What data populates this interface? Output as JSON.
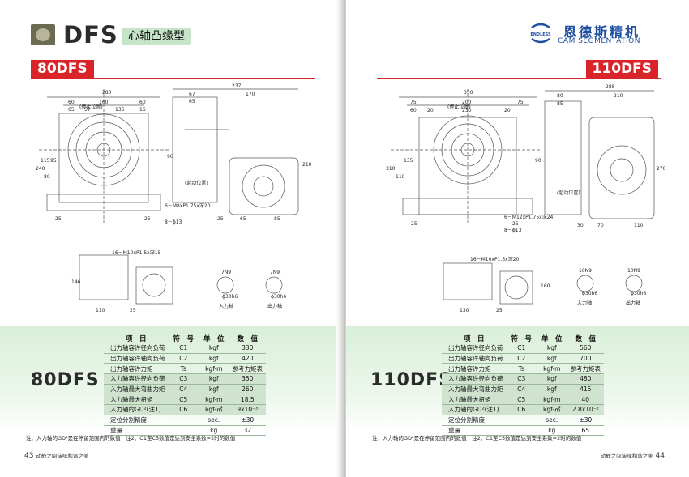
{
  "left": {
    "series_title": "DFS",
    "series_subtitle": "心轴凸缘型",
    "model": "80DFS",
    "spec_model": "80DFS",
    "page_number": "43",
    "page_footer": "动静之间演绎和谐之美",
    "drawing_labels": {
      "dims_top": [
        "280",
        "60",
        "160",
        "60",
        "65",
        "57",
        "136",
        "16"
      ],
      "dims_right_top": [
        "237",
        "67",
        "170",
        "65"
      ],
      "note_stop": "(停止位置)",
      "note_start": "(起动位置)",
      "bolt": "6－M8xP1.75x深20",
      "hole": "8－ϕ13",
      "dims_bottom": [
        "25",
        "25",
        "25",
        "65",
        "85"
      ],
      "dims_side": [
        "240",
        "80",
        "210",
        "95",
        "115",
        "90"
      ],
      "tapped": "16－M10xP1.5x深15",
      "dims_low": [
        "110",
        "25",
        "146"
      ],
      "key_in": "7N9",
      "key_out": "7N9",
      "shaft_in": "入力轴",
      "shaft_out": "出力轴",
      "shaft_in_dim": "ϕ30h6",
      "shaft_out_dim": "ϕ30h6"
    },
    "spec_headers": [
      "项　目",
      "符　号",
      "单　位",
      "数　值"
    ],
    "spec_rows": [
      {
        "item": "出力轴容许径向负荷",
        "symbol": "C1",
        "unit": "kgf",
        "value": "330",
        "group": false
      },
      {
        "item": "出力轴容许轴向负荷",
        "symbol": "C2",
        "unit": "kgf",
        "value": "420",
        "group": false
      },
      {
        "item": "出力轴容许力矩",
        "symbol": "Ts",
        "unit": "kgf-m",
        "value": "参考力矩表",
        "group": false
      },
      {
        "item": "入力轴容许径向负荷",
        "symbol": "C3",
        "unit": "kgf",
        "value": "350",
        "group": true
      },
      {
        "item": "入力轴最大弯曲力矩",
        "symbol": "C4",
        "unit": "kgf",
        "value": "260",
        "group": true
      },
      {
        "item": "入力轴最大扭矩",
        "symbol": "C5",
        "unit": "kgf-m",
        "value": "18.5",
        "group": true
      },
      {
        "item": "入力轴的GD²(注1)",
        "symbol": "C6",
        "unit": "kgf-㎡",
        "value": "9x10⁻³",
        "group": true
      },
      {
        "item": "定位分割精度",
        "symbol": "",
        "unit": "sec.",
        "value": "±30",
        "group": false
      },
      {
        "item": "重量",
        "symbol": "",
        "unit": "kg",
        "value": "32",
        "group": false
      }
    ],
    "note": "注：入力轴的GD²是在停留范围内的数值　注2：C1至C5数值是达到安全系数=2时的数值"
  },
  "right": {
    "brand_cn": "恩德斯精机",
    "brand_en": "CAM SEGMENTATION",
    "brand_mark": "ENDLESS",
    "model": "110DFS",
    "spec_model": "110DFS",
    "page_number": "44",
    "page_footer": "动静之间演绎和谐之美",
    "drawing_labels": {
      "dims_top": [
        "350",
        "75",
        "200",
        "75",
        "60",
        "20",
        "230",
        "20"
      ],
      "dims_right_top": [
        "288",
        "80",
        "210",
        "85"
      ],
      "note_stop": "(停止位置)",
      "note_start": "(起动位置)",
      "bolt": "6－M12xP1.75x深24",
      "hole": "8－ϕ13",
      "dims_bottom": [
        "25",
        "25",
        "30",
        "70",
        "110"
      ],
      "dims_side": [
        "310",
        "110",
        "270",
        "135",
        "90"
      ],
      "tapped": "16－M10xP1.5x深20",
      "dims_low": [
        "130",
        "25",
        "160"
      ],
      "key_in": "10N9",
      "key_out": "10N9",
      "shaft_in": "入力轴",
      "shaft_out": "出力轴",
      "shaft_in_dim": "ϕ30h6",
      "shaft_out_dim": "ϕ30h6"
    },
    "spec_headers": [
      "项　目",
      "符　号",
      "单　位",
      "数　值"
    ],
    "spec_rows": [
      {
        "item": "出力轴容许径向负荷",
        "symbol": "C1",
        "unit": "kgf",
        "value": "560",
        "group": false
      },
      {
        "item": "出力轴容许轴向负荷",
        "symbol": "C2",
        "unit": "kgf",
        "value": "700",
        "group": false
      },
      {
        "item": "出力轴容许力矩",
        "symbol": "Ts",
        "unit": "kgf-m",
        "value": "参考力矩表",
        "group": false
      },
      {
        "item": "入力轴容许径向负荷",
        "symbol": "C3",
        "unit": "kgf",
        "value": "480",
        "group": true
      },
      {
        "item": "入力轴最大弯曲力矩",
        "symbol": "C4",
        "unit": "kgf",
        "value": "415",
        "group": true
      },
      {
        "item": "入力轴最大扭矩",
        "symbol": "C5",
        "unit": "kgf-m",
        "value": "40",
        "group": true
      },
      {
        "item": "入力轴的GD²(注1)",
        "symbol": "C6",
        "unit": "kgf-㎡",
        "value": "2.8x10⁻²",
        "group": true
      },
      {
        "item": "定位分割精度",
        "symbol": "",
        "unit": "sec.",
        "value": "±30",
        "group": false
      },
      {
        "item": "重量",
        "symbol": "",
        "unit": "kg",
        "value": "65",
        "group": false
      }
    ],
    "note": "注：入力轴的GD²是在停留范围内的数值　注2：C1至C5数值是达到安全系数=2时的数值"
  },
  "colors": {
    "accent_red": "#d9242a",
    "green_band": "#d9efd9",
    "brand_blue": "#1f4fa1"
  }
}
